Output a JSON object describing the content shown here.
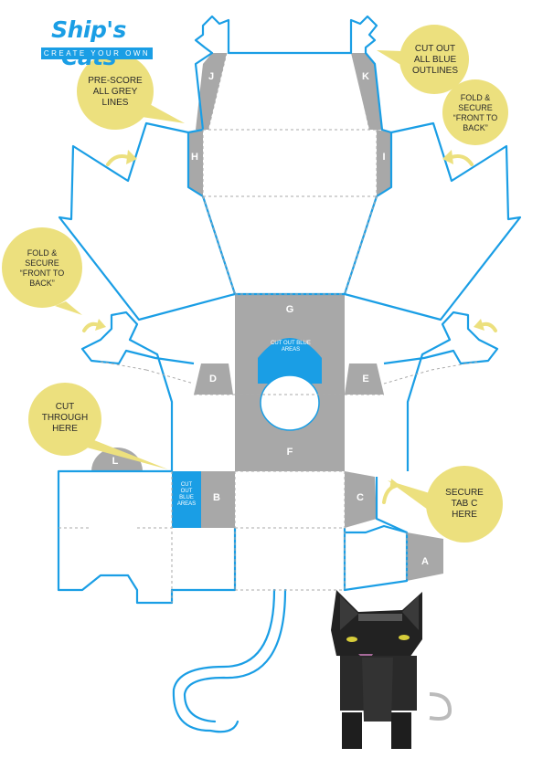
{
  "logo": {
    "title": "Ship's Cats",
    "subtitle": "CREATE YOUR OWN"
  },
  "callouts": {
    "cut_out_blue": [
      "CUT OUT",
      "ALL BLUE",
      "OUTLINES"
    ],
    "pre_score": [
      "PRE-SCORE",
      "ALL GREY",
      "LINES"
    ],
    "fold_secure_right": [
      "FOLD &",
      "SECURE",
      "“FRONT TO",
      "BACK”"
    ],
    "fold_secure_left": [
      "FOLD &",
      "SECURE",
      "“FRONT TO",
      "BACK”"
    ],
    "cut_through": [
      "CUT",
      "THROUGH",
      "HERE"
    ],
    "secure_tab": [
      "SECURE",
      "TAB C",
      "HERE"
    ]
  },
  "tabs": {
    "a": "A",
    "b": "B",
    "c": "C",
    "d": "D",
    "e": "E",
    "f": "F",
    "g": "G",
    "h": "H",
    "i": "I",
    "j": "J",
    "k": "K",
    "l": "L"
  },
  "cut_notes": {
    "face_hole": "CUT OUT BLUE AREAS",
    "side_panel": [
      "CUT",
      "OUT",
      "BLUE",
      "AREAS"
    ]
  },
  "colors": {
    "cut_line": "#1a9ee5",
    "tab_grey": "#a8a8a8",
    "bubble_yellow": "#ece07e",
    "fold_dash": "#aaaaaa",
    "cat_black": "#222222"
  }
}
